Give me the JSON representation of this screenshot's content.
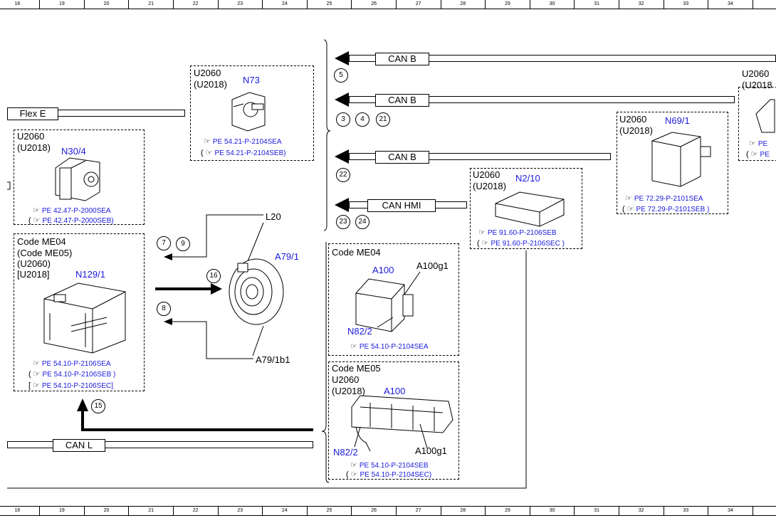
{
  "ruler": {
    "labels": [
      "18",
      "19",
      "20",
      "21",
      "22",
      "23",
      "24",
      "25",
      "26",
      "27",
      "28",
      "29",
      "30",
      "31",
      "32",
      "33",
      "34"
    ]
  },
  "buses": {
    "can_b": "CAN B",
    "can_hmi": "CAN HMI",
    "can_l": "CAN L",
    "flex_e": "Flex E"
  },
  "circles": {
    "c5": "5",
    "c3": "3",
    "c4": "4",
    "c21": "21",
    "c22": "22",
    "c23": "23",
    "c24": "24",
    "c7": "7",
    "c9": "9",
    "c16": "16",
    "c8": "8",
    "c15": "15"
  },
  "n73": {
    "line1": "U2060",
    "line2": "(U2018)",
    "name": "N73",
    "ref1": "PE 54.21-P-2104SEA",
    "ref2": "PE 54.21-P-2104SEB)",
    "ref2_prefix": "("
  },
  "n30_4": {
    "line1": "U2060",
    "line2": "(U2018)",
    "name": "N30/4",
    "ref1": "PE 42.47-P-2000SEA",
    "ref2": "PE 42.47-P-2000SEB)",
    "ref2_prefix": "("
  },
  "n129_1": {
    "line1": "Code ME04",
    "line2": "(Code ME05)",
    "line3": "(U2060)",
    "line4": "[U2018]",
    "name": "N129/1",
    "ref1": "PE 54.10-P-2106SEA",
    "ref2": "PE 54.10-P-2106SEB )",
    "ref3": "PE 54.10-P-2106SEC]",
    "ref2_prefix": "(",
    "ref3_prefix": "["
  },
  "a79_1": {
    "name": "A79/1",
    "l20": "L20",
    "b1": "A79/1b1"
  },
  "n2_10": {
    "line1": "U2060",
    "line2": "(U2018)",
    "name": "N2/10",
    "ref1": "PE 91.60-P-2106SEB",
    "ref2": "PE 91.60-P-2106SEC )",
    "ref1_prefix": "(",
    "ref2_prefix": "("
  },
  "n69_1": {
    "line1": "U2060",
    "line2": "(U2018)",
    "name": "N69/1",
    "ref1": "PE 72.29-P-2101SEA",
    "ref2": "PE 72.29-P-2101SEB )",
    "ref2_prefix": "("
  },
  "me04_a100": {
    "line1": "Code ME04",
    "name": "A100",
    "sub1": "A100g1",
    "sub2": "N82/2",
    "ref1": "PE 54.10-P-2104SEA"
  },
  "me05_a100": {
    "line1": "Code ME05",
    "line2": "U2060",
    "line3": "(U2018)",
    "name": "A100",
    "sub1": "N82/2",
    "sub2": "A100g1",
    "ref1": "PE 54.10-P-2104SEB",
    "ref2": "PE 54.10-P-2104SEC)",
    "ref2_prefix": "("
  },
  "right_partial": {
    "line1": "U2060",
    "line2": "(U2018",
    "ref1": "PE",
    "ref2": "PE",
    "ref2_prefix": "("
  }
}
